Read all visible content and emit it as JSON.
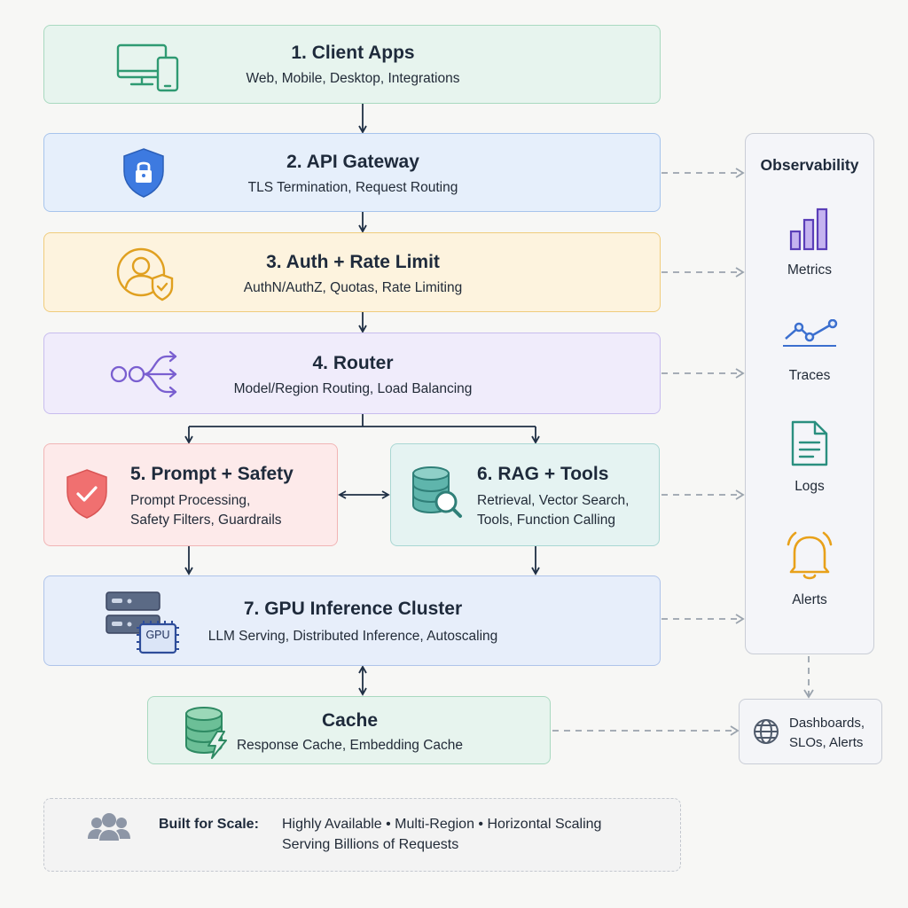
{
  "colors": {
    "client": "#e7f4ee",
    "client_border": "#a9d9c0",
    "gateway": "#e6effb",
    "gateway_border": "#a7c4ec",
    "auth": "#fdf3de",
    "auth_border": "#f0cc7c",
    "router": "#f0ecfb",
    "router_border": "#c8bdee",
    "safety": "#fdeaea",
    "safety_border": "#f1b5b5",
    "rag": "#e5f3f2",
    "rag_border": "#a9d7d3",
    "gpu": "#e7eefa",
    "gpu_border": "#afc4ea",
    "cache": "#e7f4ee",
    "cache_border": "#a9d9c0",
    "arrow": "#1f2f44",
    "dashed": "#9aa3ad"
  },
  "layers": {
    "client": {
      "title": "1. Client Apps",
      "subtitle": "Web, Mobile, Desktop, Integrations",
      "icon": "devices-icon"
    },
    "gateway": {
      "title": "2. API Gateway",
      "subtitle": "TLS Termination, Request Routing",
      "icon": "shield-lock-icon"
    },
    "auth": {
      "title": "3. Auth + Rate Limit",
      "subtitle": "AuthN/AuthZ, Quotas, Rate Limiting",
      "icon": "user-shield-icon"
    },
    "router": {
      "title": "4. Router",
      "subtitle": "Model/Region Routing, Load Balancing",
      "icon": "routing-icon"
    },
    "safety": {
      "title": "5. Prompt + Safety",
      "subtitle_line1": "Prompt Processing,",
      "subtitle_line2": "Safety Filters, Guardrails",
      "icon": "shield-check-icon"
    },
    "rag": {
      "title": "6. RAG + Tools",
      "subtitle_line1": "Retrieval, Vector Search,",
      "subtitle_line2": "Tools, Function Calling",
      "icon": "database-search-icon"
    },
    "gpu": {
      "title": "7. GPU Inference Cluster",
      "subtitle": "LLM Serving, Distributed Inference, Autoscaling",
      "icon": "gpu-icon",
      "chip_label": "GPU"
    },
    "cache": {
      "title": "Cache",
      "subtitle": "Response Cache, Embedding Cache",
      "icon": "database-bolt-icon"
    }
  },
  "observability": {
    "title": "Observability",
    "items": [
      {
        "label": "Metrics",
        "icon": "bar-chart-icon"
      },
      {
        "label": "Traces",
        "icon": "trace-line-icon"
      },
      {
        "label": "Logs",
        "icon": "document-icon"
      },
      {
        "label": "Alerts",
        "icon": "bell-icon"
      }
    ]
  },
  "dashboards": {
    "line1": "Dashboards,",
    "line2": "SLOs, Alerts",
    "icon": "globe-icon"
  },
  "footer": {
    "label": "Built for Scale:",
    "line1": "Highly Available • Multi-Region • Horizontal Scaling",
    "line2": "Serving Billions of Requests",
    "icon": "users-icon"
  }
}
